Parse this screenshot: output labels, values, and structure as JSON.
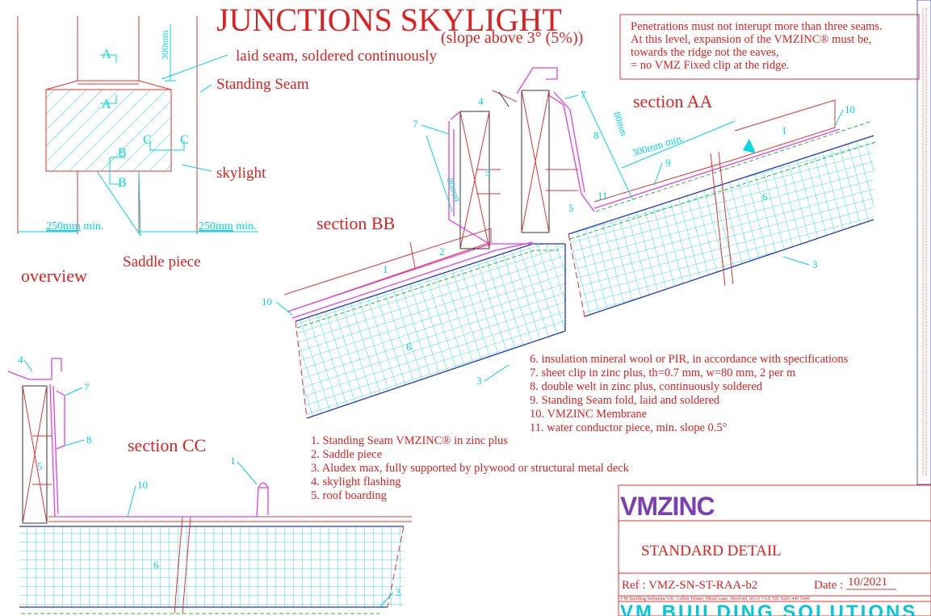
{
  "title": {
    "main": "JUNCTIONS SKYLIGHT",
    "sub": "(slope above 3° (5%))"
  },
  "note": {
    "lines": [
      "Penetrations must not interupt more than three seams.",
      "At this level, expansion of the VMZINC® must be,",
      "towards the ridge not the eaves,",
      "= no VMZ Fixed clip at the ridge."
    ]
  },
  "overview": {
    "label": "overview",
    "labels": {
      "laid_seam": "laid seam, soldered continuously",
      "standing_seam": "Standing Seam",
      "skylight": "skylight",
      "saddle_piece": "Saddle piece",
      "dim_top": "300mm",
      "dim_left": "250mm",
      "dim_left_suffix": " min.",
      "dim_right": "250mm",
      "dim_right_suffix": " min.",
      "A": "A",
      "B": "B",
      "C": "C"
    }
  },
  "sections": {
    "aa": "section AA",
    "bb": "section BB",
    "cc": "section CC",
    "dim_80": "80mm",
    "dim_80b": "80mm",
    "dim_300": "300mm min."
  },
  "callouts": [
    "1",
    "2",
    "3",
    "4",
    "5",
    "6",
    "7",
    "8",
    "9",
    "10",
    "11"
  ],
  "legend_left": [
    "1. Standing Seam VMZINC® in zinc plus",
    "2. Saddle piece",
    "3. Aludex max, fully supported by plywood or structural metal deck",
    "4. skylight flashing",
    "5. roof boarding"
  ],
  "legend_right": [
    "6. insulation mineral wool or PIR, in accordance with specifications",
    "7. sheet clip in zinc plus, th=0.7 mm, w=80 mm, 2 per m",
    "8. double welt in zinc plus, continuously soldered",
    "9. Standing Seam fold, laid and soldered",
    "10. VMZINC Membrane",
    "11. water conductor piece, min. slope 0.5°"
  ],
  "titleblock": {
    "logo": "VMZINC",
    "heading": "STANDARD DETAIL",
    "ref_label": "Ref : ",
    "ref_value": "VMZ-SN-ST-RAA-b2",
    "date_label": "Date : ",
    "date_value": "10/2021",
    "address": "VM Building Solutions UK. Collier House, Mead Lane, Hertford, SG13 7AX  Tel: 0203 445 5640",
    "brand": "VM BUILDING SOLUTIONS"
  },
  "colors": {
    "title": "#e02020",
    "cyan": "#00d8e0",
    "zinc": "#2233cc",
    "flashing": "#e040e0",
    "membrane": "#22bb33"
  }
}
